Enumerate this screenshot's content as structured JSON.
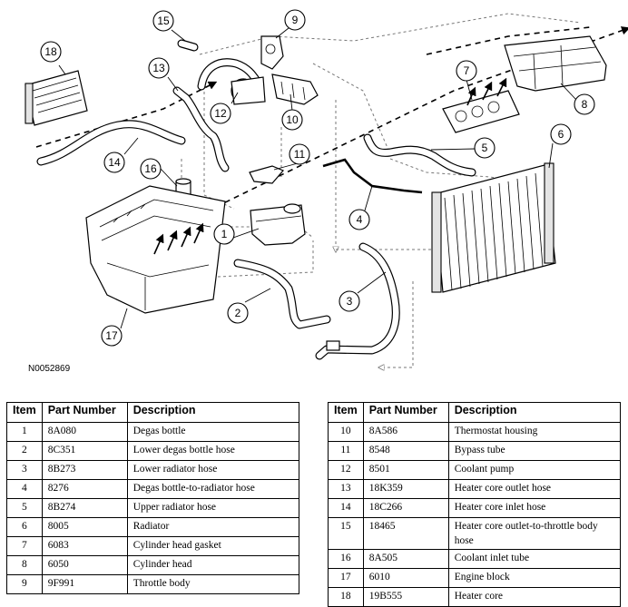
{
  "figure": {
    "drawing_code": "N0052869",
    "callouts": [
      "1",
      "2",
      "3",
      "4",
      "5",
      "6",
      "7",
      "8",
      "9",
      "10",
      "11",
      "12",
      "13",
      "14",
      "15",
      "16",
      "17",
      "18"
    ]
  },
  "table_headers": {
    "item": "Item",
    "part_number": "Part Number",
    "description": "Description"
  },
  "parts_left": [
    {
      "item": "1",
      "part_number": "8A080",
      "description": "Degas bottle"
    },
    {
      "item": "2",
      "part_number": "8C351",
      "description": "Lower degas bottle hose"
    },
    {
      "item": "3",
      "part_number": "8B273",
      "description": "Lower radiator hose"
    },
    {
      "item": "4",
      "part_number": "8276",
      "description": "Degas bottle-to-radiator hose"
    },
    {
      "item": "5",
      "part_number": "8B274",
      "description": "Upper radiator hose"
    },
    {
      "item": "6",
      "part_number": "8005",
      "description": "Radiator"
    },
    {
      "item": "7",
      "part_number": "6083",
      "description": "Cylinder head gasket"
    },
    {
      "item": "8",
      "part_number": "6050",
      "description": "Cylinder head"
    },
    {
      "item": "9",
      "part_number": "9F991",
      "description": "Throttle body"
    }
  ],
  "parts_right": [
    {
      "item": "10",
      "part_number": "8A586",
      "description": "Thermostat housing"
    },
    {
      "item": "11",
      "part_number": "8548",
      "description": "Bypass tube"
    },
    {
      "item": "12",
      "part_number": "8501",
      "description": "Coolant pump"
    },
    {
      "item": "13",
      "part_number": "18K359",
      "description": "Heater core outlet hose"
    },
    {
      "item": "14",
      "part_number": "18C266",
      "description": "Heater core inlet hose"
    },
    {
      "item": "15",
      "part_number": "18465",
      "description": "Heater core outlet-to-throttle body hose"
    },
    {
      "item": "16",
      "part_number": "8A505",
      "description": "Coolant inlet tube"
    },
    {
      "item": "17",
      "part_number": "6010",
      "description": "Engine block"
    },
    {
      "item": "18",
      "part_number": "19B555",
      "description": "Heater core"
    }
  ]
}
